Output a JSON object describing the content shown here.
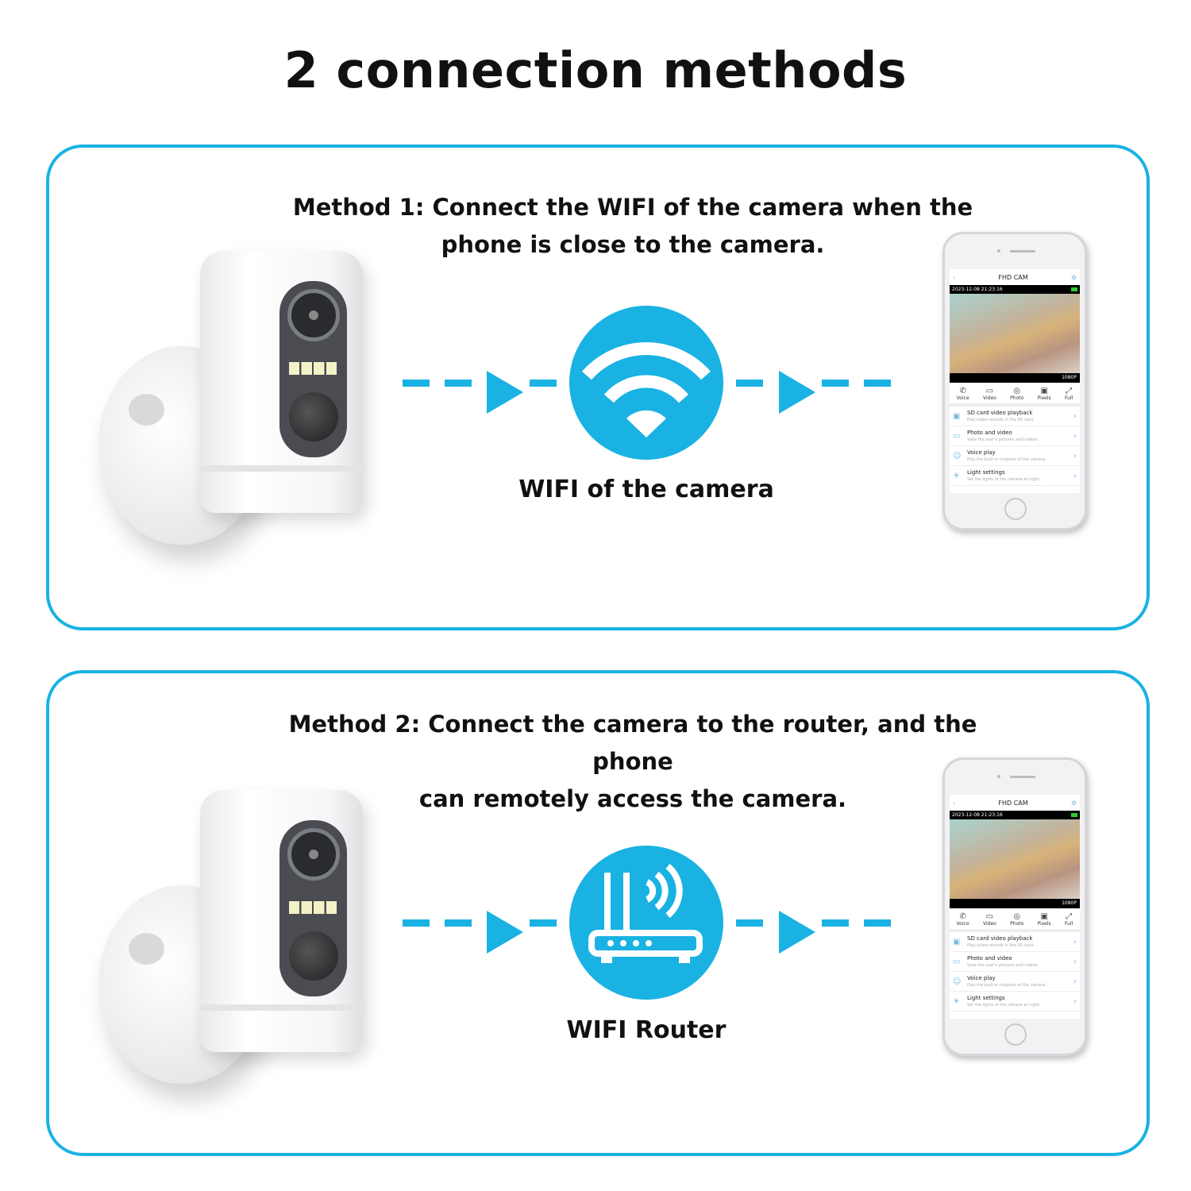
{
  "title": "2 connection methods",
  "accent_color": "#19b2e3",
  "methods": [
    {
      "line1": "Method 1: Connect the WIFI of the camera when the",
      "line2": "phone is close to the camera.",
      "center_label": "WIFI of the camera",
      "center_icon": "wifi-icon"
    },
    {
      "line1": "Method 2: Connect the camera to the router, and the phone",
      "line2": "can remotely access the camera.",
      "center_label": "WIFI Router",
      "center_icon": "router-icon"
    }
  ],
  "phone": {
    "app_title": "FHD CAM",
    "timestamp": "2023-12-08 21:23:16",
    "resolution": "1080P",
    "tools": [
      "Voice",
      "Video",
      "Photo",
      "Pixels",
      "Full"
    ],
    "menu": [
      {
        "title": "SD card video playback",
        "sub": "Play video records in the SD card."
      },
      {
        "title": "Photo and video",
        "sub": "View the user's pictures and videos."
      },
      {
        "title": "Voice play",
        "sub": "Play the built-in ringtone of the camera."
      },
      {
        "title": "Light settings",
        "sub": "Set the lights of the camera at night."
      }
    ]
  }
}
